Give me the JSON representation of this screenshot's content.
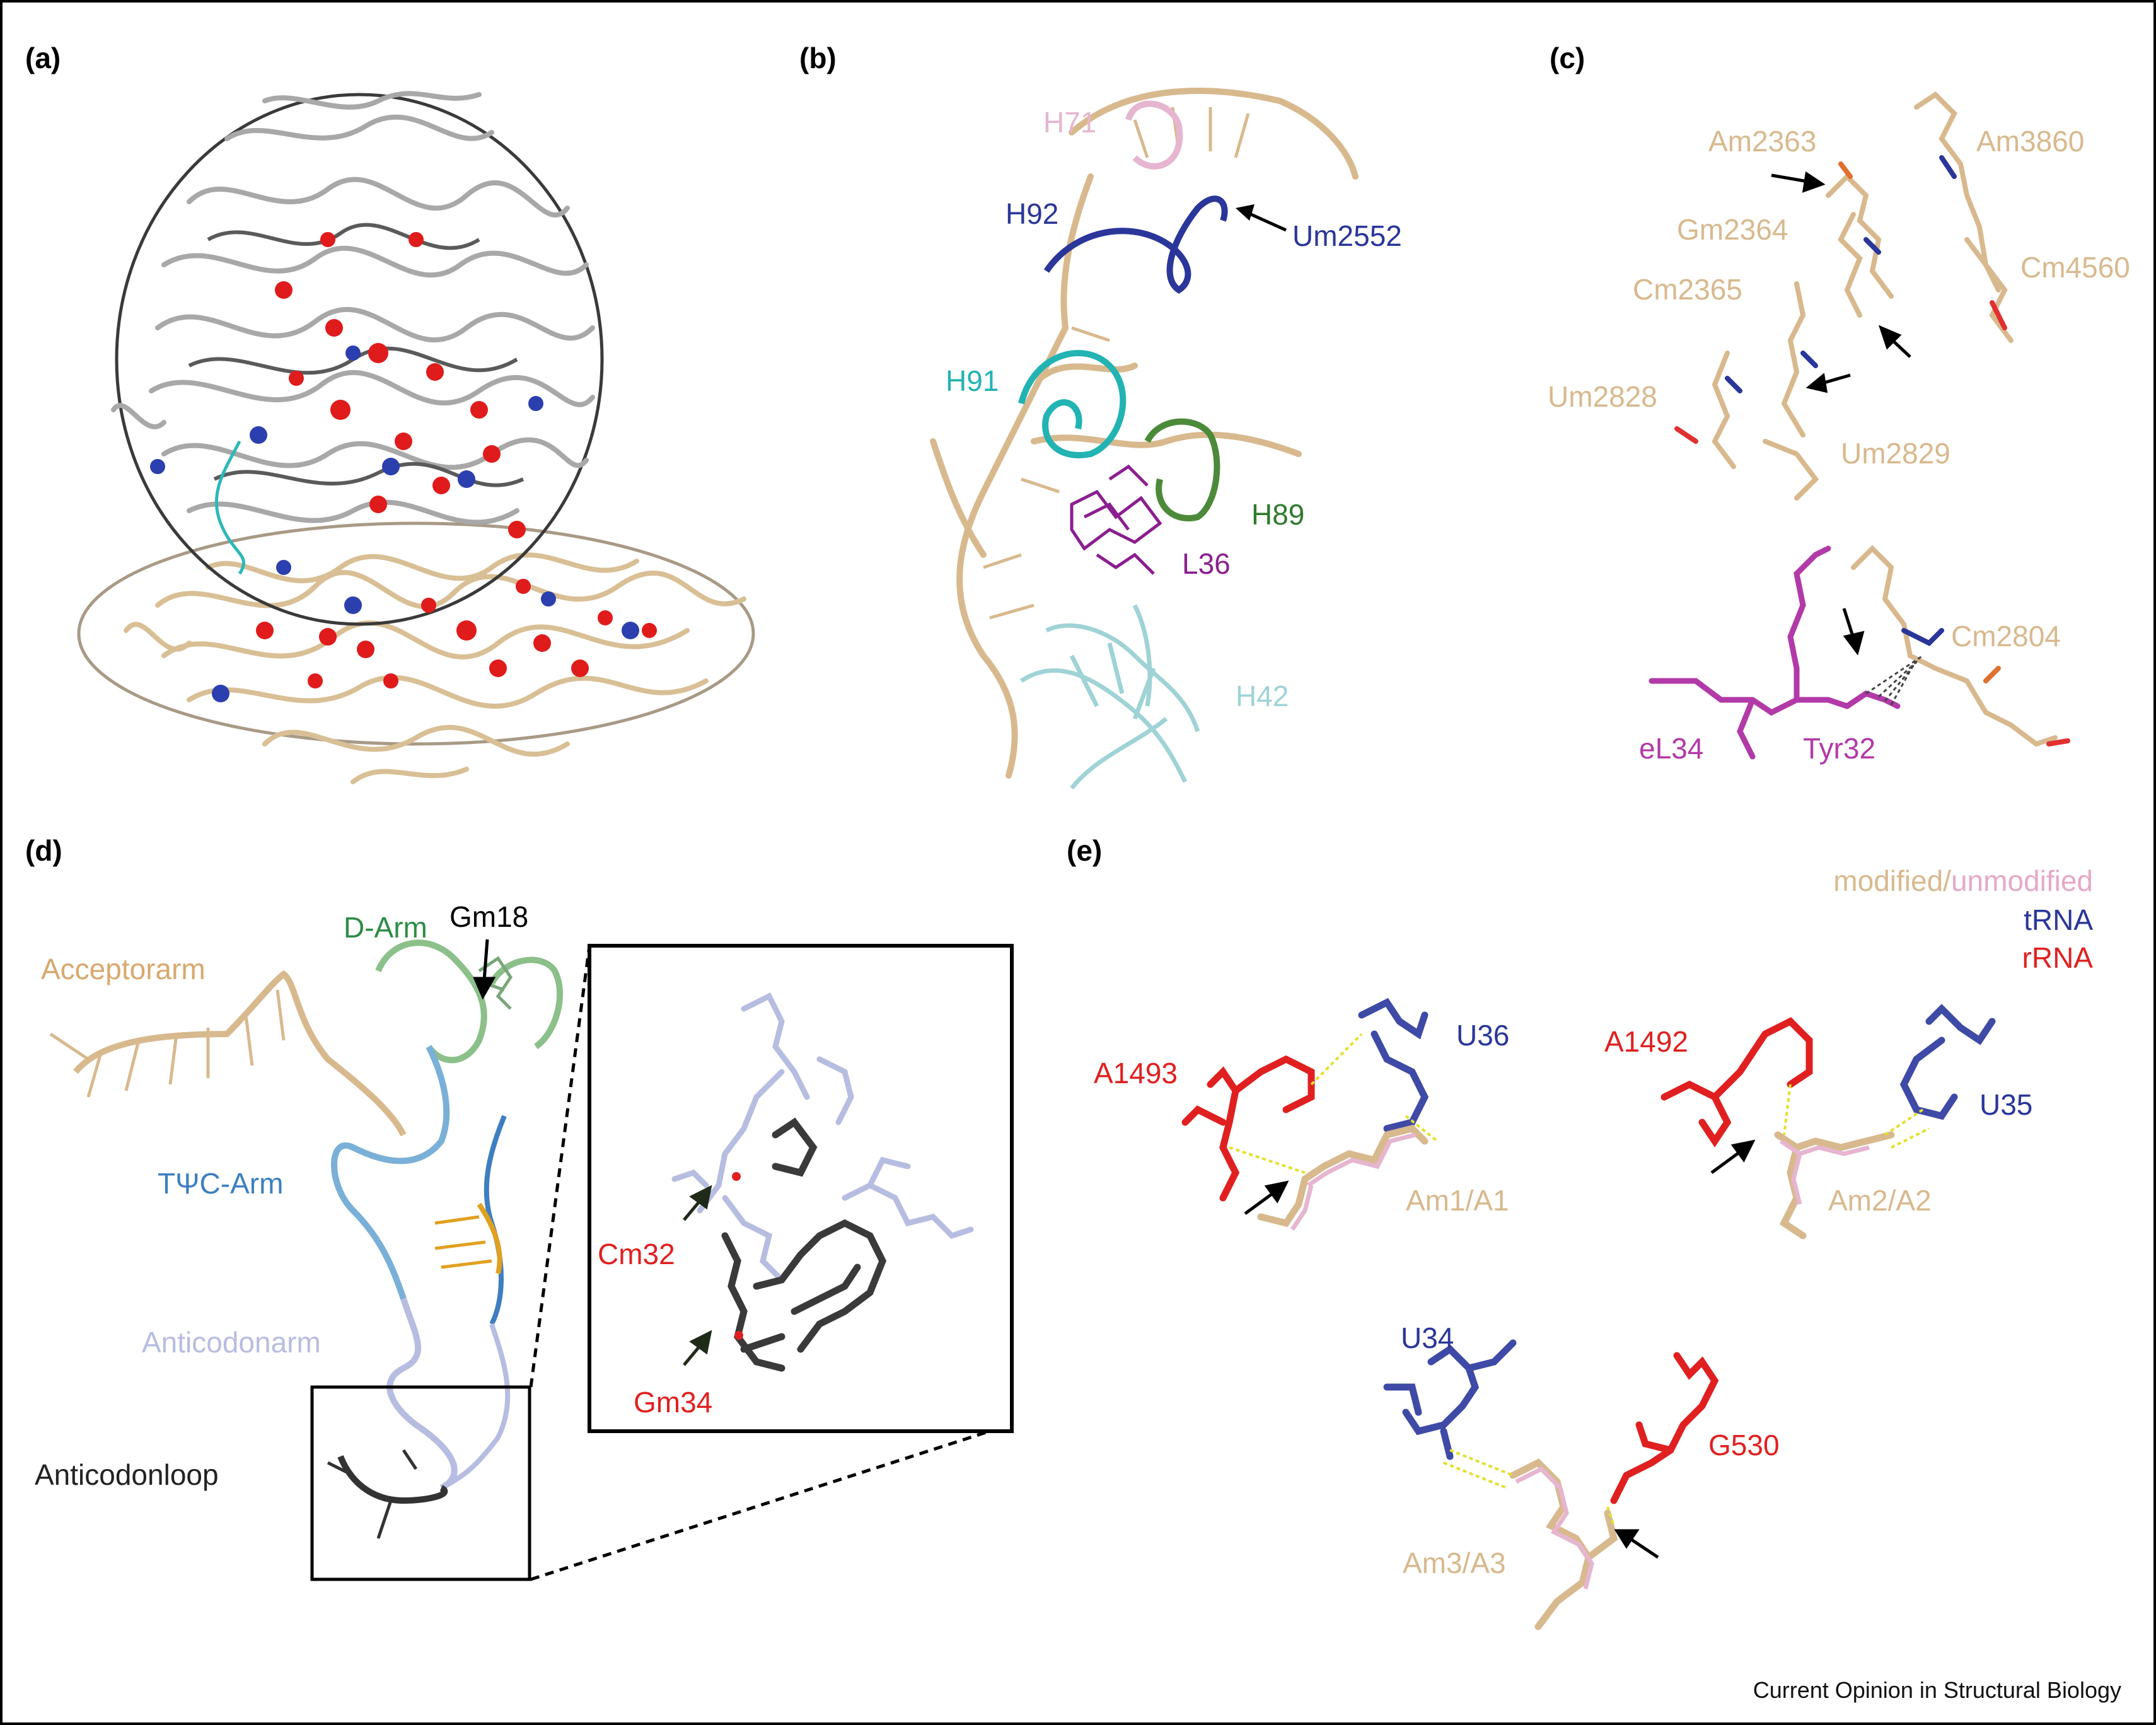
{
  "panels": {
    "a": {
      "letter": "(a)"
    },
    "b": {
      "letter": "(b)",
      "labels": {
        "H71": "H71",
        "H92": "H92",
        "Um2552": "Um2552",
        "H91": "H91",
        "H89": "H89",
        "L36": "L36",
        "H42": "H42"
      }
    },
    "c": {
      "letter": "(c)",
      "labels": {
        "Am2363": "Am2363",
        "Am3860": "Am3860",
        "Gm2364": "Gm2364",
        "Cm4560": "Cm4560",
        "Cm2365": "Cm2365",
        "Um2828": "Um2828",
        "Um2829": "Um2829",
        "Cm2804": "Cm2804",
        "eL34": "eL34",
        "Tyr32": "Tyr32"
      }
    },
    "d": {
      "letter": "(d)",
      "labels": {
        "Gm18": "Gm18",
        "DArm": "D-Arm",
        "Acceptorarm": "Acceptorarm",
        "TPsiCArm": "TΨC-Arm",
        "Anticodonarm": "Anticodonarm",
        "Anticodonloop": "Anticodonloop",
        "Cm32": "Cm32",
        "Gm34": "Gm34"
      }
    },
    "e": {
      "letter": "(e)",
      "legend": {
        "modified": "modified/",
        "unmodified": "unmodified",
        "tRNA": "tRNA",
        "rRNA": "rRNA"
      },
      "labels": {
        "A1493": "A1493",
        "U36": "U36",
        "Am1A1": "Am1/A1",
        "A1492": "A1492",
        "U35": "U35",
        "Am2A2": "Am2/A2",
        "U34": "U34",
        "G530": "G530",
        "Am3A3": "Am3/A3"
      }
    }
  },
  "credit": "Current Opinion in Structural Biology",
  "colors": {
    "grey": "#9a9a9a",
    "tan": "#d8b98e",
    "red": "#e02020",
    "blue": "#2f3fa0",
    "cyan": "#22b3b3",
    "pink": "#e6b5cf",
    "navy": "#2a3699",
    "green": "#3e7a2e",
    "purple": "#8b1f8f",
    "lightcyan": "#9fd3d6",
    "magenta": "#b23aa8",
    "dgreen": "#2e8b45",
    "lblue": "#3d7fc0",
    "lavender": "#b7bde0",
    "dark": "#333333",
    "orange": "#e0a020"
  }
}
